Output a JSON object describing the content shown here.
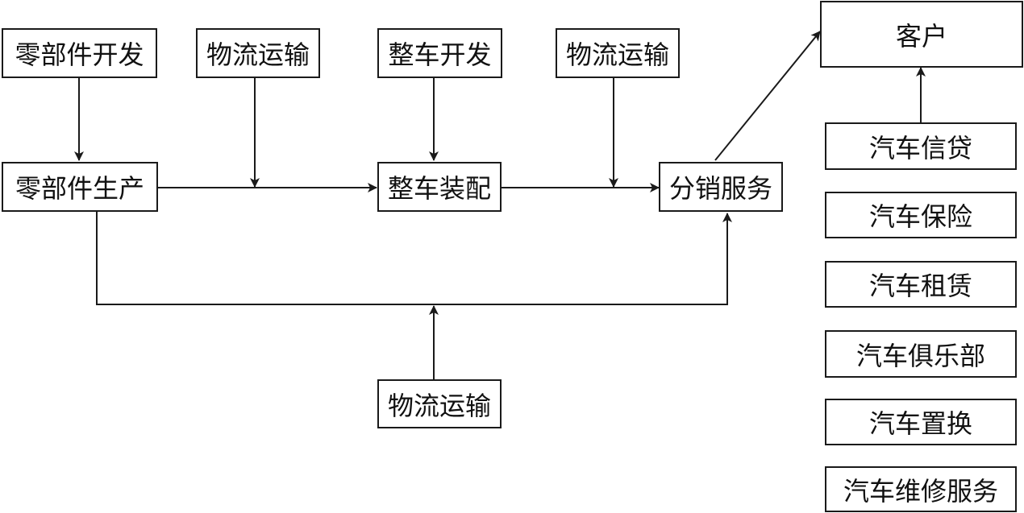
{
  "nodes": {
    "parts_dev": "零部件开发",
    "logistics_top1": "物流运输",
    "vehicle_dev": "整车开发",
    "logistics_top2": "物流运输",
    "customer": "客户",
    "parts_prod": "零部件生产",
    "assembly": "整车装配",
    "distribution": "分销服务",
    "logistics_bottom": "物流运输"
  },
  "services": [
    "汽车信贷",
    "汽车保险",
    "汽车租赁",
    "汽车俱乐部",
    "汽车置换",
    "汽车维修服务"
  ]
}
